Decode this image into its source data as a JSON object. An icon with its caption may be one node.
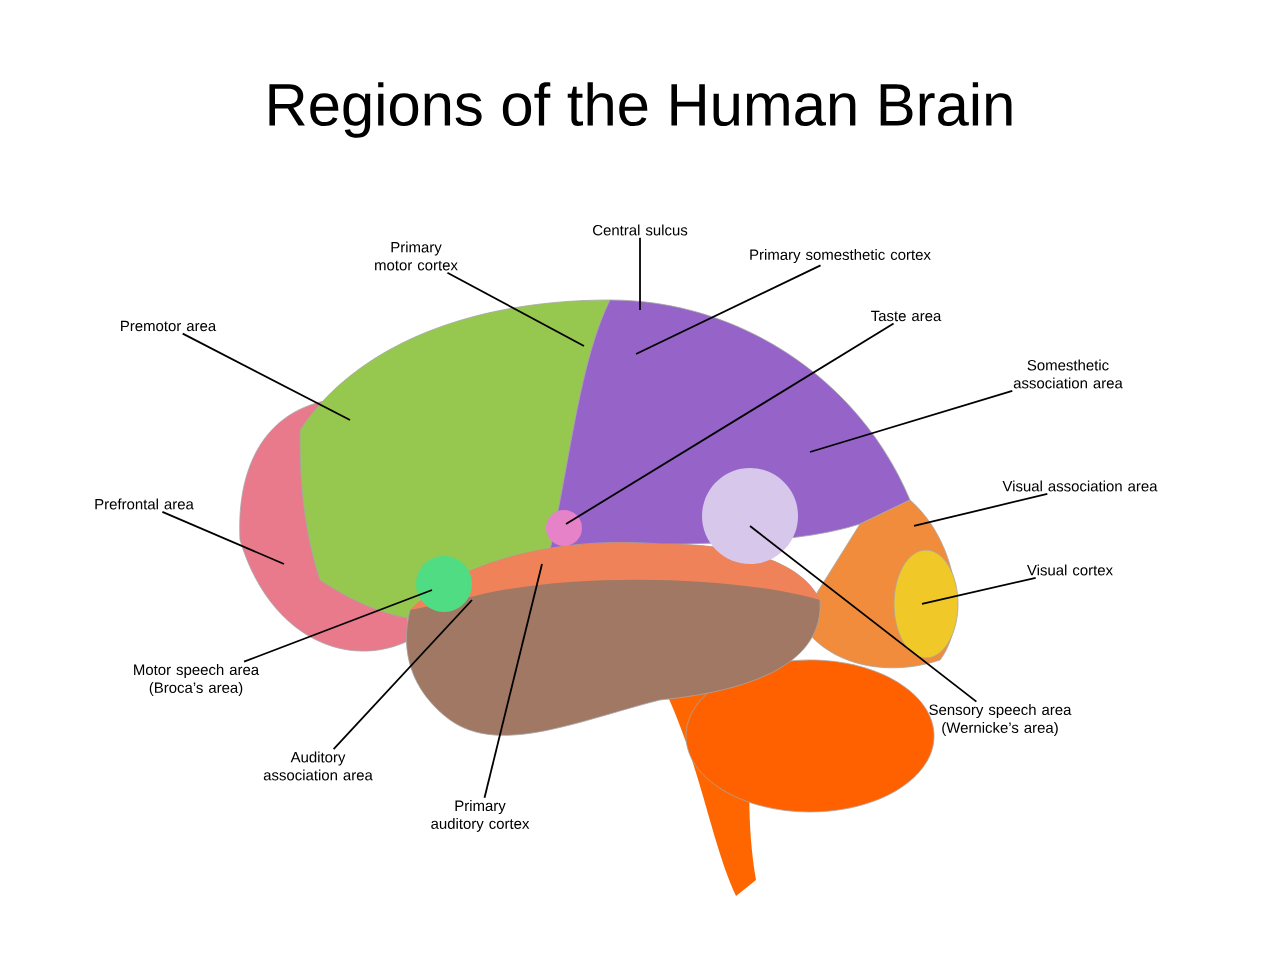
{
  "diagram": {
    "title": "Regions of the Human Brain",
    "nodes": [
      {
        "text": [
          "Premotor area"
        ]
      },
      {
        "text": [
          "Primary motor cortex"
        ]
      },
      {
        "text": [
          "Central sulcus"
        ]
      },
      {
        "text": [
          "Primary somesthetic cortex"
        ]
      },
      {
        "text": [
          "Taste area"
        ]
      },
      {
        "text": [
          "Somesthetic association area"
        ]
      },
      {
        "text": [
          "Prefrontal area"
        ]
      },
      {
        "text": [
          "Visual association area"
        ]
      },
      {
        "text": [
          "Visual cortex"
        ]
      },
      {
        "text": [
          "Motor speech area (Broca’s area)"
        ]
      },
      {
        "text": [
          "Auditory association area"
        ]
      },
      {
        "text": [
          "Primary auditory cortex"
        ]
      },
      {
        "text": [
          "Sensory speech area (Wernicke’s area)"
        ]
      }
    ],
    "edges": [
      {
        "from": 0,
        "to": null,
        "arrow": "none"
      },
      {
        "from": 1,
        "to": null,
        "arrow": "none"
      },
      {
        "from": 2,
        "to": null,
        "arrow": "none"
      },
      {
        "from": 3,
        "to": null,
        "arrow": "none"
      },
      {
        "from": 4,
        "to": null,
        "arrow": "none"
      },
      {
        "from": 5,
        "to": null,
        "arrow": "none"
      },
      {
        "from": 6,
        "to": null,
        "arrow": "none"
      },
      {
        "from": 7,
        "to": null,
        "arrow": "none"
      },
      {
        "from": 8,
        "to": null,
        "arrow": "none"
      },
      {
        "from": 9,
        "to": null,
        "arrow": "none"
      },
      {
        "from": 10,
        "to": null,
        "arrow": "none"
      },
      {
        "from": 11,
        "to": null,
        "arrow": "none"
      },
      {
        "from": 12,
        "to": null,
        "arrow": "none"
      }
    ]
  }
}
